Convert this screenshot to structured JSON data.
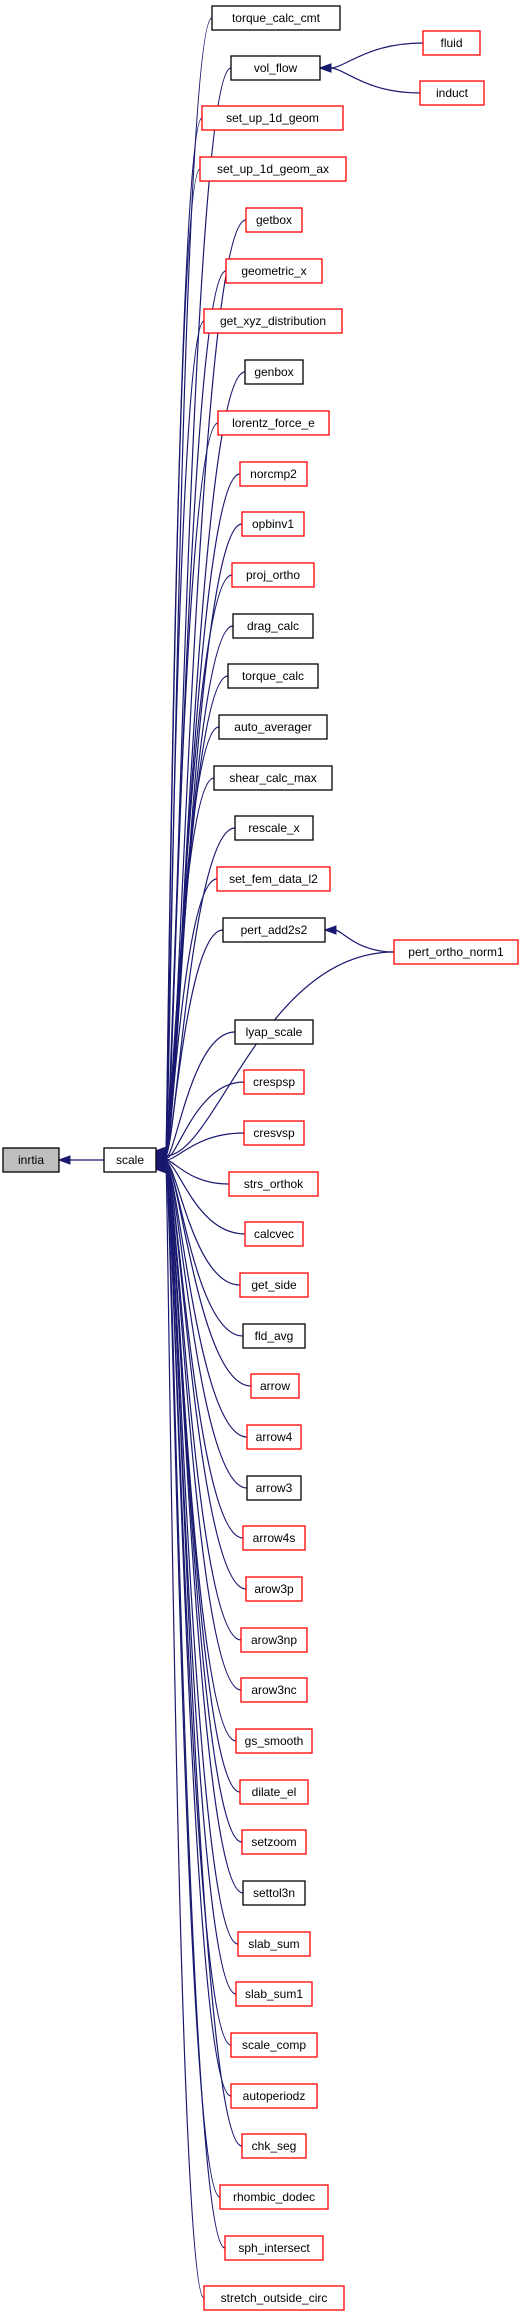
{
  "colors": {
    "edge": "#191970",
    "border_red": "#ff0000",
    "border_black": "#000000",
    "root_fill": "#bfbfbf",
    "node_fill": "#ffffff"
  },
  "nodes": {
    "inrtia": {
      "label": "inrtia",
      "style": "root"
    },
    "scale": {
      "label": "scale",
      "style": "black"
    },
    "torque_calc_cmt": {
      "label": "torque_calc_cmt",
      "style": "black"
    },
    "vol_flow": {
      "label": "vol_flow",
      "style": "black"
    },
    "fluid": {
      "label": "fluid",
      "style": "red"
    },
    "induct": {
      "label": "induct",
      "style": "red"
    },
    "set_up_1d_geom": {
      "label": "set_up_1d_geom",
      "style": "red"
    },
    "set_up_1d_geom_ax": {
      "label": "set_up_1d_geom_ax",
      "style": "red"
    },
    "getbox": {
      "label": "getbox",
      "style": "red"
    },
    "geometric_x": {
      "label": "geometric_x",
      "style": "red"
    },
    "get_xyz_distribution": {
      "label": "get_xyz_distribution",
      "style": "red"
    },
    "genbox": {
      "label": "genbox",
      "style": "black"
    },
    "lorentz_force_e": {
      "label": "lorentz_force_e",
      "style": "red"
    },
    "norcmp2": {
      "label": "norcmp2",
      "style": "red"
    },
    "opbinv1": {
      "label": "opbinv1",
      "style": "red"
    },
    "proj_ortho": {
      "label": "proj_ortho",
      "style": "red"
    },
    "drag_calc": {
      "label": "drag_calc",
      "style": "black"
    },
    "torque_calc": {
      "label": "torque_calc",
      "style": "black"
    },
    "auto_averager": {
      "label": "auto_averager",
      "style": "black"
    },
    "shear_calc_max": {
      "label": "shear_calc_max",
      "style": "black"
    },
    "rescale_x": {
      "label": "rescale_x",
      "style": "black"
    },
    "set_fem_data_l2": {
      "label": "set_fem_data_l2",
      "style": "red"
    },
    "pert_add2s2": {
      "label": "pert_add2s2",
      "style": "black"
    },
    "pert_ortho_norm1": {
      "label": "pert_ortho_norm1",
      "style": "red"
    },
    "lyap_scale": {
      "label": "lyap_scale",
      "style": "black"
    },
    "crespsp": {
      "label": "crespsp",
      "style": "red"
    },
    "cresvsp": {
      "label": "cresvsp",
      "style": "red"
    },
    "strs_orthok": {
      "label": "strs_orthok",
      "style": "red"
    },
    "calcvec": {
      "label": "calcvec",
      "style": "red"
    },
    "get_side": {
      "label": "get_side",
      "style": "red"
    },
    "fld_avg": {
      "label": "fld_avg",
      "style": "black"
    },
    "arrow": {
      "label": "arrow",
      "style": "red"
    },
    "arrow4": {
      "label": "arrow4",
      "style": "red"
    },
    "arrow3": {
      "label": "arrow3",
      "style": "black"
    },
    "arrow4s": {
      "label": "arrow4s",
      "style": "red"
    },
    "arow3p": {
      "label": "arow3p",
      "style": "red"
    },
    "arow3np": {
      "label": "arow3np",
      "style": "red"
    },
    "arow3nc": {
      "label": "arow3nc",
      "style": "red"
    },
    "gs_smooth": {
      "label": "gs_smooth",
      "style": "red"
    },
    "dilate_el": {
      "label": "dilate_el",
      "style": "red"
    },
    "setzoom": {
      "label": "setzoom",
      "style": "red"
    },
    "settol3n": {
      "label": "settol3n",
      "style": "black"
    },
    "slab_sum": {
      "label": "slab_sum",
      "style": "red"
    },
    "slab_sum1": {
      "label": "slab_sum1",
      "style": "red"
    },
    "scale_comp": {
      "label": "scale_comp",
      "style": "red"
    },
    "autoperiodz": {
      "label": "autoperiodz",
      "style": "red"
    },
    "chk_seg": {
      "label": "chk_seg",
      "style": "red"
    },
    "rhombic_dodec": {
      "label": "rhombic_dodec",
      "style": "red"
    },
    "sph_intersect": {
      "label": "sph_intersect",
      "style": "red"
    },
    "stretch_outside_circ": {
      "label": "stretch_outside_circ",
      "style": "red"
    }
  },
  "edges": [
    {
      "from": "scale",
      "to": "inrtia"
    },
    {
      "from": "torque_calc_cmt",
      "to": "scale"
    },
    {
      "from": "vol_flow",
      "to": "scale"
    },
    {
      "from": "fluid",
      "to": "vol_flow"
    },
    {
      "from": "induct",
      "to": "vol_flow"
    },
    {
      "from": "set_up_1d_geom",
      "to": "scale"
    },
    {
      "from": "set_up_1d_geom_ax",
      "to": "scale"
    },
    {
      "from": "getbox",
      "to": "scale"
    },
    {
      "from": "geometric_x",
      "to": "scale"
    },
    {
      "from": "get_xyz_distribution",
      "to": "scale"
    },
    {
      "from": "genbox",
      "to": "scale"
    },
    {
      "from": "lorentz_force_e",
      "to": "scale"
    },
    {
      "from": "norcmp2",
      "to": "scale"
    },
    {
      "from": "opbinv1",
      "to": "scale"
    },
    {
      "from": "proj_ortho",
      "to": "scale"
    },
    {
      "from": "drag_calc",
      "to": "scale"
    },
    {
      "from": "torque_calc",
      "to": "scale"
    },
    {
      "from": "auto_averager",
      "to": "scale"
    },
    {
      "from": "shear_calc_max",
      "to": "scale"
    },
    {
      "from": "rescale_x",
      "to": "scale"
    },
    {
      "from": "set_fem_data_l2",
      "to": "scale"
    },
    {
      "from": "pert_add2s2",
      "to": "scale"
    },
    {
      "from": "pert_ortho_norm1",
      "to": "pert_add2s2"
    },
    {
      "from": "pert_ortho_norm1",
      "to": "scale"
    },
    {
      "from": "lyap_scale",
      "to": "scale"
    },
    {
      "from": "crespsp",
      "to": "scale"
    },
    {
      "from": "cresvsp",
      "to": "scale"
    },
    {
      "from": "strs_orthok",
      "to": "scale"
    },
    {
      "from": "calcvec",
      "to": "scale"
    },
    {
      "from": "get_side",
      "to": "scale"
    },
    {
      "from": "fld_avg",
      "to": "scale"
    },
    {
      "from": "arrow",
      "to": "scale"
    },
    {
      "from": "arrow4",
      "to": "scale"
    },
    {
      "from": "arrow3",
      "to": "scale"
    },
    {
      "from": "arrow4s",
      "to": "scale"
    },
    {
      "from": "arow3p",
      "to": "scale"
    },
    {
      "from": "arow3np",
      "to": "scale"
    },
    {
      "from": "arow3nc",
      "to": "scale"
    },
    {
      "from": "gs_smooth",
      "to": "scale"
    },
    {
      "from": "dilate_el",
      "to": "scale"
    },
    {
      "from": "setzoom",
      "to": "scale"
    },
    {
      "from": "settol3n",
      "to": "scale"
    },
    {
      "from": "slab_sum",
      "to": "scale"
    },
    {
      "from": "slab_sum1",
      "to": "scale"
    },
    {
      "from": "scale_comp",
      "to": "scale"
    },
    {
      "from": "autoperiodz",
      "to": "scale"
    },
    {
      "from": "chk_seg",
      "to": "scale"
    },
    {
      "from": "rhombic_dodec",
      "to": "scale"
    },
    {
      "from": "sph_intersect",
      "to": "scale"
    },
    {
      "from": "stretch_outside_circ",
      "to": "scale"
    }
  ]
}
